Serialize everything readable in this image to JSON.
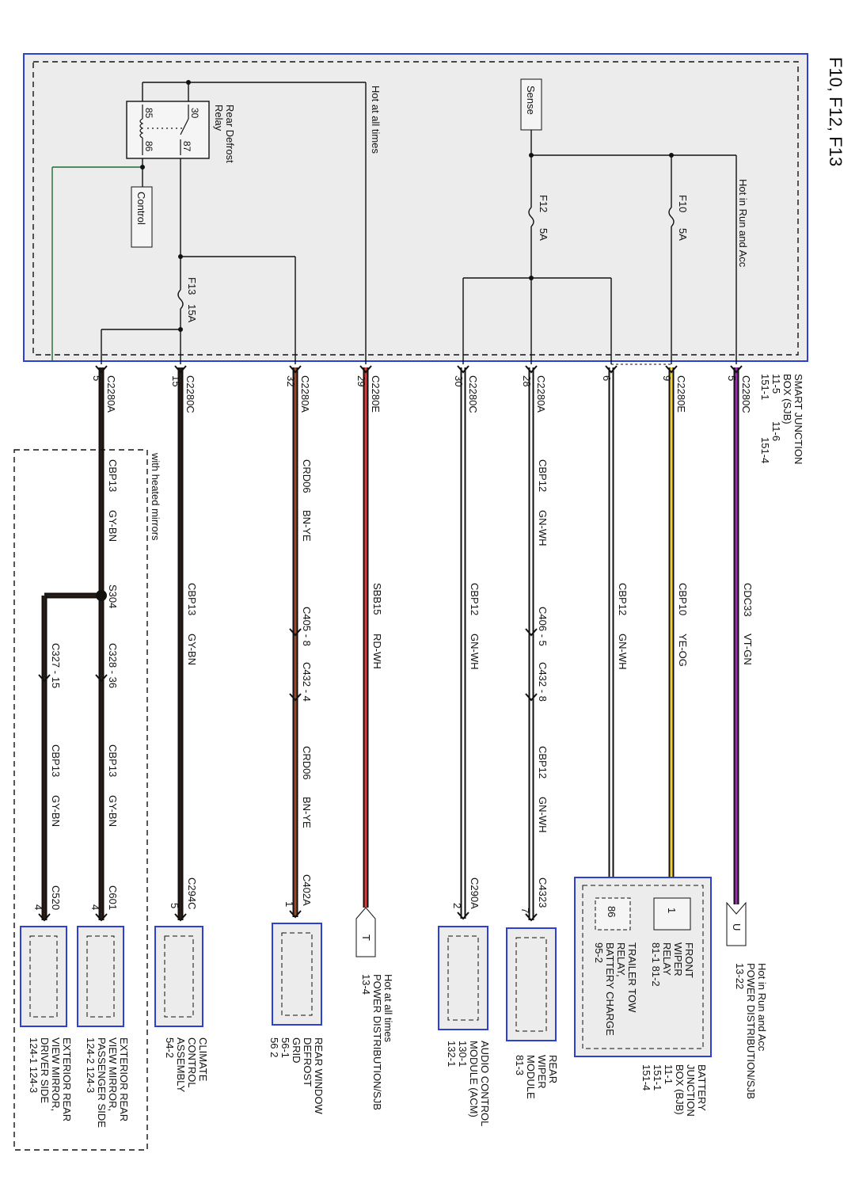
{
  "title": "F10, F12, F13",
  "sjb": {
    "name": [
      "SMART JUNCTION",
      "BOX (SJB)"
    ],
    "refs": [
      "11-5",
      "11-6",
      "151-1",
      "151-4"
    ],
    "hot_all_times": "Hot at all times",
    "hot_run_acc": "Hot in Run and Acc",
    "sense": "Sense",
    "control": "Control",
    "relay_name": [
      "Rear Defrost",
      "Relay"
    ],
    "relay_pins": [
      "30",
      "85",
      "86",
      "87"
    ],
    "fuses": [
      {
        "name": "F10",
        "rating": "5A"
      },
      {
        "name": "F12",
        "rating": "5A"
      },
      {
        "name": "F13",
        "rating": "15A"
      }
    ]
  },
  "circuits": [
    {
      "pin": "5",
      "connector": "C2280C",
      "circuit": "CDC33",
      "color": "VT-GN",
      "wire_hex": "#9b2fae"
    },
    {
      "pin": "9",
      "connector": "C2280E",
      "circuit": "CBP10",
      "color": "YE-OG",
      "wire_hex": "#f2d23c"
    },
    {
      "pin": "6",
      "connector": "",
      "circuit": "CBP12",
      "color": "GN-WH",
      "wire_hex": "#ffffff"
    },
    {
      "pin": "28",
      "connector": "C2280A",
      "circuit": "CBP12",
      "color": "GN-WH",
      "wire_hex": "#ffffff"
    },
    {
      "pin": "30",
      "connector": "C2280C",
      "circuit": "CBP12",
      "color": "GN-WH",
      "wire_hex": "#ffffff"
    },
    {
      "pin": "29",
      "connector": "C2280E",
      "circuit": "SBB15",
      "color": "RD-WH",
      "wire_hex": "#e03a3a"
    },
    {
      "pin": "32",
      "connector": "C2280A",
      "circuit": "CRD06",
      "color": "BN-YE",
      "wire_hex": "#9a4a2a"
    },
    {
      "pin": "15",
      "connector": "C2280C",
      "circuit": "CBP13",
      "color": "GY-BN",
      "wire_hex": "#2b1c14"
    },
    {
      "pin": "5",
      "connector": "C2280A",
      "circuit": "CBP13",
      "color": "GY-BN",
      "wire_hex": "#2b1c14"
    }
  ],
  "inline_connectors": {
    "c406_5": "C406 - 5",
    "c432_8": "C432 - 8",
    "c405_8": "C405 - 8",
    "c432_4": "C432 - 4",
    "c328_36": "C328 - 36",
    "c327_15": "C327 - 15",
    "s304": "S304"
  },
  "refs_out": [
    {
      "letter": "U",
      "lines": [
        "Hot in Run and Acc",
        "POWER DISTRIBUTION/SJB",
        "13-22"
      ]
    },
    {
      "letter": "T",
      "lines": [
        "Hot at all times",
        "POWER DISTRIBUTION/SJB",
        "13-4"
      ]
    }
  ],
  "bjb": {
    "lines": [
      "BATTERY",
      "JUNCTION",
      "BOX (BJB)",
      "11-1",
      "151-1",
      "151-4"
    ],
    "front_wiper": {
      "pin": "1",
      "lines": [
        "FRONT",
        "WIPER",
        "RELAY",
        "81-1  81-2"
      ]
    },
    "trailer_tow": {
      "pin": "86",
      "lines": [
        "TRAILER TOW",
        "RELAY,",
        "BATTERY CHARGE",
        "95-2"
      ]
    }
  },
  "components": [
    {
      "connector": "C4323",
      "pin": "7",
      "lines": [
        "REAR",
        "WIPER",
        "MODULE",
        "81-3"
      ]
    },
    {
      "connector": "C290A",
      "pin": "2",
      "lines": [
        "AUDIO CONTROL",
        "MODULE (ACM)",
        "130-1",
        "132-1"
      ]
    },
    {
      "connector": "C402A",
      "pin": "1",
      "lines": [
        "REAR WINDOW",
        "DEFROST",
        "GRID",
        "56-1",
        "56 2"
      ]
    },
    {
      "connector": "C294C",
      "pin": "5",
      "lines": [
        "CLIMATE",
        "CONTROL",
        "ASSEMBLY",
        "54-2"
      ]
    },
    {
      "connector": "C601",
      "pin": "4",
      "lines": [
        "EXTERIOR REAR",
        "VIEW MIRROR,",
        "PASSENGER SIDE",
        "124-2    124-3"
      ]
    },
    {
      "connector": "C520",
      "pin": "4",
      "lines": [
        "EXTERIOR REAR",
        "VIEW MIRROR,",
        "DRIVER SIDE",
        "124-1    124-3"
      ]
    }
  ],
  "heated_mirrors": "with heated mirrors"
}
